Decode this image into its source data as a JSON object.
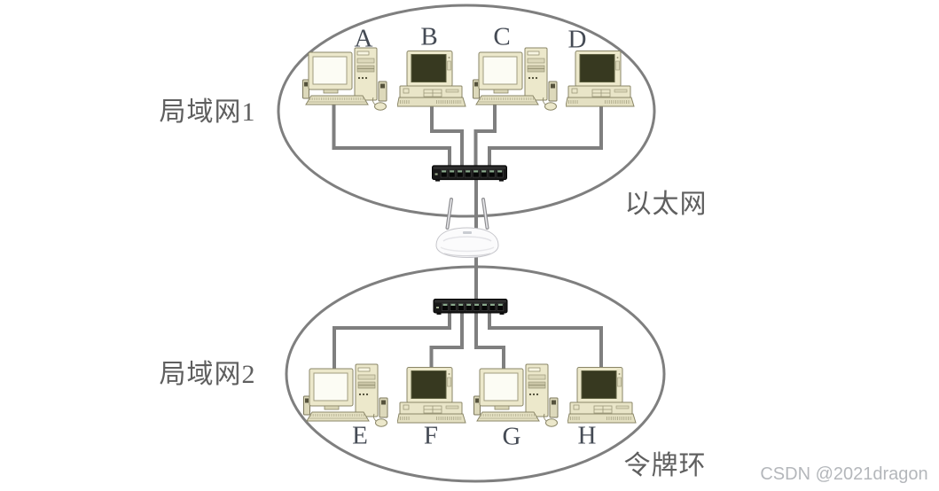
{
  "diagram": {
    "lan1": {
      "name": "局域网1",
      "technology": "以太网",
      "hosts": [
        "A",
        "B",
        "C",
        "D"
      ]
    },
    "lan2": {
      "name": "局域网2",
      "technology": "令牌环",
      "hosts": [
        "E",
        "F",
        "G",
        "H"
      ]
    },
    "watermark": "CSDN @2021dragon"
  },
  "icons": {
    "desktop_tower": "pc-tower-icon",
    "desktop_compact": "pc-desktop-icon",
    "switch": "ethernet-switch-icon",
    "router": "wireless-router-icon"
  },
  "colors": {
    "ellipse_stroke": "#7f7f7f",
    "wire": "#7f7f7f",
    "host_letter": "#454b55",
    "cjk_label": "#5f5f5f",
    "watermark": "#b4b7bb",
    "pc_beige": "#ece8cb",
    "dark_screen": "#373920",
    "switch_body": "#181818",
    "router_body": "#fbfbfc"
  }
}
